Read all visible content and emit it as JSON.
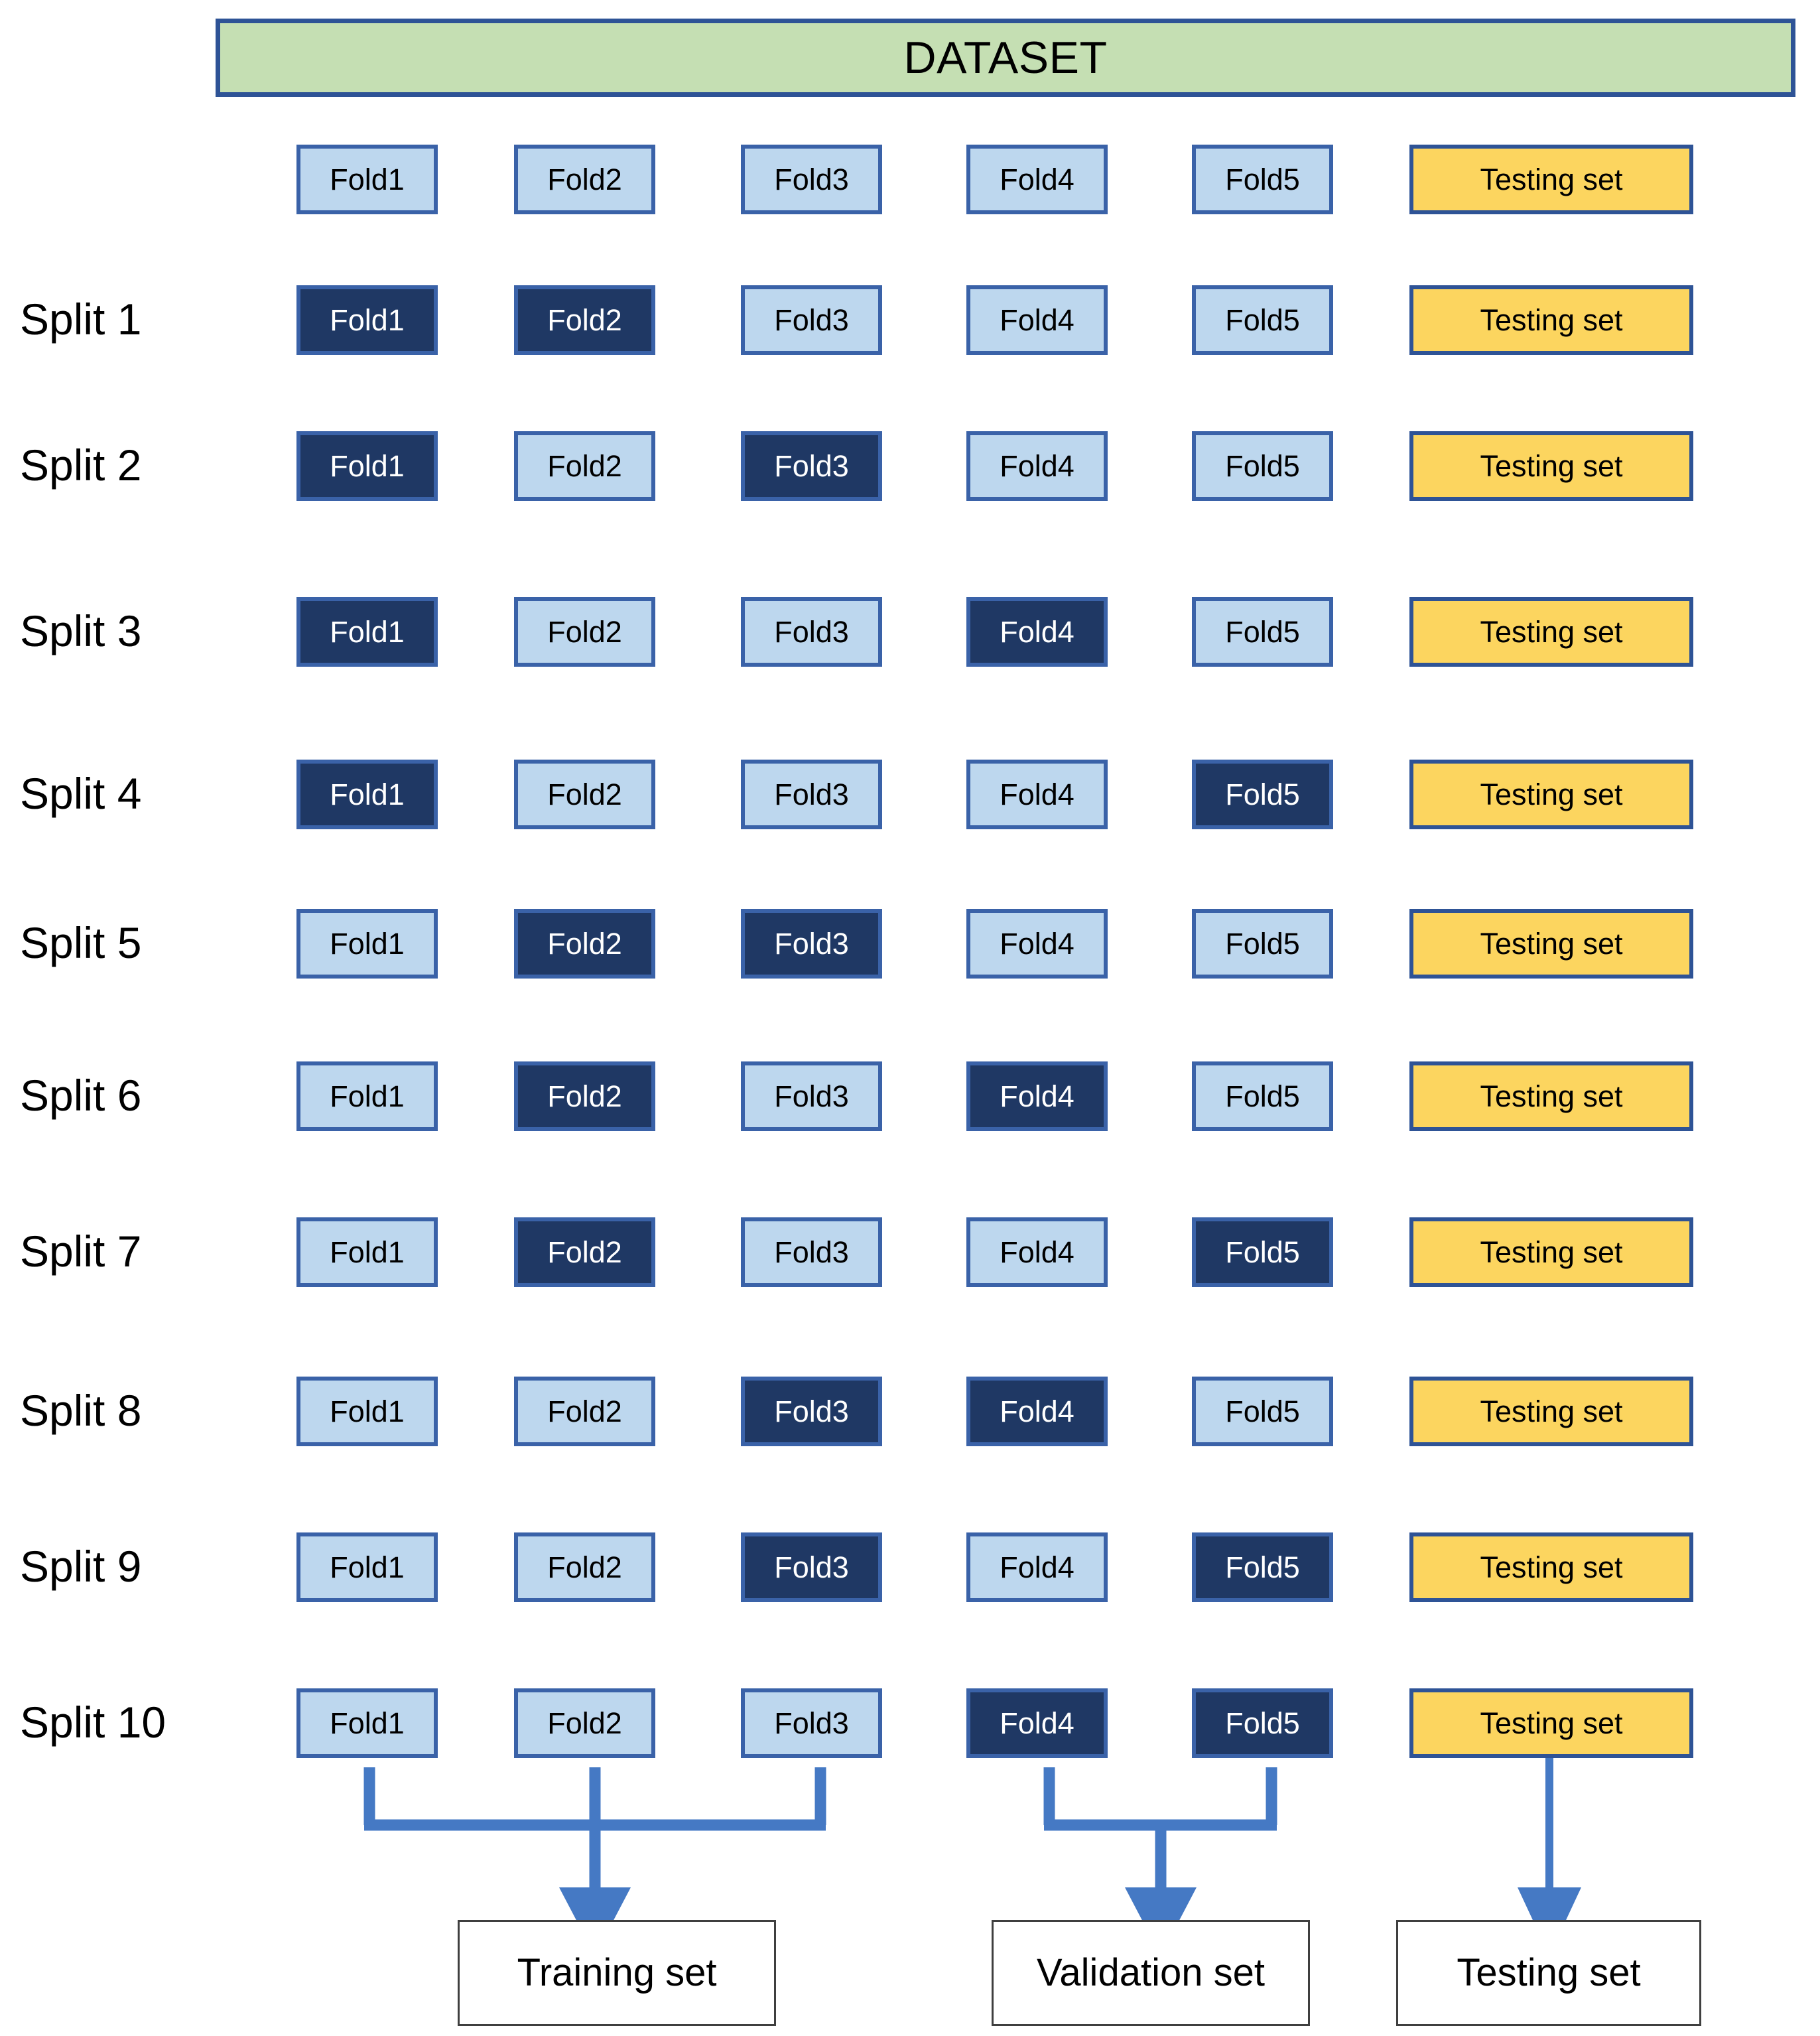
{
  "header": {
    "title": "DATASET"
  },
  "colors": {
    "dataset_fill": "#c5dfb3",
    "dataset_border": "#2e5396",
    "fold_light_fill": "#bdd7ee",
    "fold_dark_fill": "#1f3864",
    "fold_border": "#3a62a8",
    "testing_fill": "#fcd55f",
    "arrow": "#4579c4",
    "outbox_border": "#3f3f3f",
    "page_background": "#ffffff"
  },
  "legend": {
    "light_meaning": "training fold",
    "dark_meaning": "validation fold",
    "yellow_meaning": "testing set"
  },
  "column_labels": [
    "Fold1",
    "Fold2",
    "Fold3",
    "Fold4",
    "Fold5",
    "Testing set"
  ],
  "rows": [
    {
      "split_label": "",
      "cells": [
        {
          "label": "Fold1",
          "state": "light"
        },
        {
          "label": "Fold2",
          "state": "light"
        },
        {
          "label": "Fold3",
          "state": "light"
        },
        {
          "label": "Fold4",
          "state": "light"
        },
        {
          "label": "Fold5",
          "state": "light"
        },
        {
          "label": "Testing set",
          "state": "test"
        }
      ]
    },
    {
      "split_label": "Split 1",
      "cells": [
        {
          "label": "Fold1",
          "state": "dark"
        },
        {
          "label": "Fold2",
          "state": "dark"
        },
        {
          "label": "Fold3",
          "state": "light"
        },
        {
          "label": "Fold4",
          "state": "light"
        },
        {
          "label": "Fold5",
          "state": "light"
        },
        {
          "label": "Testing set",
          "state": "test"
        }
      ]
    },
    {
      "split_label": "Split 2",
      "cells": [
        {
          "label": "Fold1",
          "state": "dark"
        },
        {
          "label": "Fold2",
          "state": "light"
        },
        {
          "label": "Fold3",
          "state": "dark"
        },
        {
          "label": "Fold4",
          "state": "light"
        },
        {
          "label": "Fold5",
          "state": "light"
        },
        {
          "label": "Testing set",
          "state": "test"
        }
      ]
    },
    {
      "split_label": "Split 3",
      "cells": [
        {
          "label": "Fold1",
          "state": "dark"
        },
        {
          "label": "Fold2",
          "state": "light"
        },
        {
          "label": "Fold3",
          "state": "light"
        },
        {
          "label": "Fold4",
          "state": "dark"
        },
        {
          "label": "Fold5",
          "state": "light"
        },
        {
          "label": "Testing set",
          "state": "test"
        }
      ]
    },
    {
      "split_label": "Split 4",
      "cells": [
        {
          "label": "Fold1",
          "state": "dark"
        },
        {
          "label": "Fold2",
          "state": "light"
        },
        {
          "label": "Fold3",
          "state": "light"
        },
        {
          "label": "Fold4",
          "state": "light"
        },
        {
          "label": "Fold5",
          "state": "dark"
        },
        {
          "label": "Testing set",
          "state": "test"
        }
      ]
    },
    {
      "split_label": "Split 5",
      "cells": [
        {
          "label": "Fold1",
          "state": "light"
        },
        {
          "label": "Fold2",
          "state": "dark"
        },
        {
          "label": "Fold3",
          "state": "dark"
        },
        {
          "label": "Fold4",
          "state": "light"
        },
        {
          "label": "Fold5",
          "state": "light"
        },
        {
          "label": "Testing set",
          "state": "test"
        }
      ]
    },
    {
      "split_label": "Split 6",
      "cells": [
        {
          "label": "Fold1",
          "state": "light"
        },
        {
          "label": "Fold2",
          "state": "dark"
        },
        {
          "label": "Fold3",
          "state": "light"
        },
        {
          "label": "Fold4",
          "state": "dark"
        },
        {
          "label": "Fold5",
          "state": "light"
        },
        {
          "label": "Testing set",
          "state": "test"
        }
      ]
    },
    {
      "split_label": "Split 7",
      "cells": [
        {
          "label": "Fold1",
          "state": "light"
        },
        {
          "label": "Fold2",
          "state": "dark"
        },
        {
          "label": "Fold3",
          "state": "light"
        },
        {
          "label": "Fold4",
          "state": "light"
        },
        {
          "label": "Fold5",
          "state": "dark"
        },
        {
          "label": "Testing set",
          "state": "test"
        }
      ]
    },
    {
      "split_label": "Split 8",
      "cells": [
        {
          "label": "Fold1",
          "state": "light"
        },
        {
          "label": "Fold2",
          "state": "light"
        },
        {
          "label": "Fold3",
          "state": "dark"
        },
        {
          "label": "Fold4",
          "state": "dark"
        },
        {
          "label": "Fold5",
          "state": "light"
        },
        {
          "label": "Testing set",
          "state": "test"
        }
      ]
    },
    {
      "split_label": "Split 9",
      "cells": [
        {
          "label": "Fold1",
          "state": "light"
        },
        {
          "label": "Fold2",
          "state": "light"
        },
        {
          "label": "Fold3",
          "state": "dark"
        },
        {
          "label": "Fold4",
          "state": "light"
        },
        {
          "label": "Fold5",
          "state": "dark"
        },
        {
          "label": "Testing set",
          "state": "test"
        }
      ]
    },
    {
      "split_label": "Split 10",
      "cells": [
        {
          "label": "Fold1",
          "state": "light"
        },
        {
          "label": "Fold2",
          "state": "light"
        },
        {
          "label": "Fold3",
          "state": "light"
        },
        {
          "label": "Fold4",
          "state": "dark"
        },
        {
          "label": "Fold5",
          "state": "dark"
        },
        {
          "label": "Testing set",
          "state": "test"
        }
      ]
    }
  ],
  "outputs": [
    {
      "label": "Training set"
    },
    {
      "label": "Validation set"
    },
    {
      "label": "Testing set"
    }
  ]
}
